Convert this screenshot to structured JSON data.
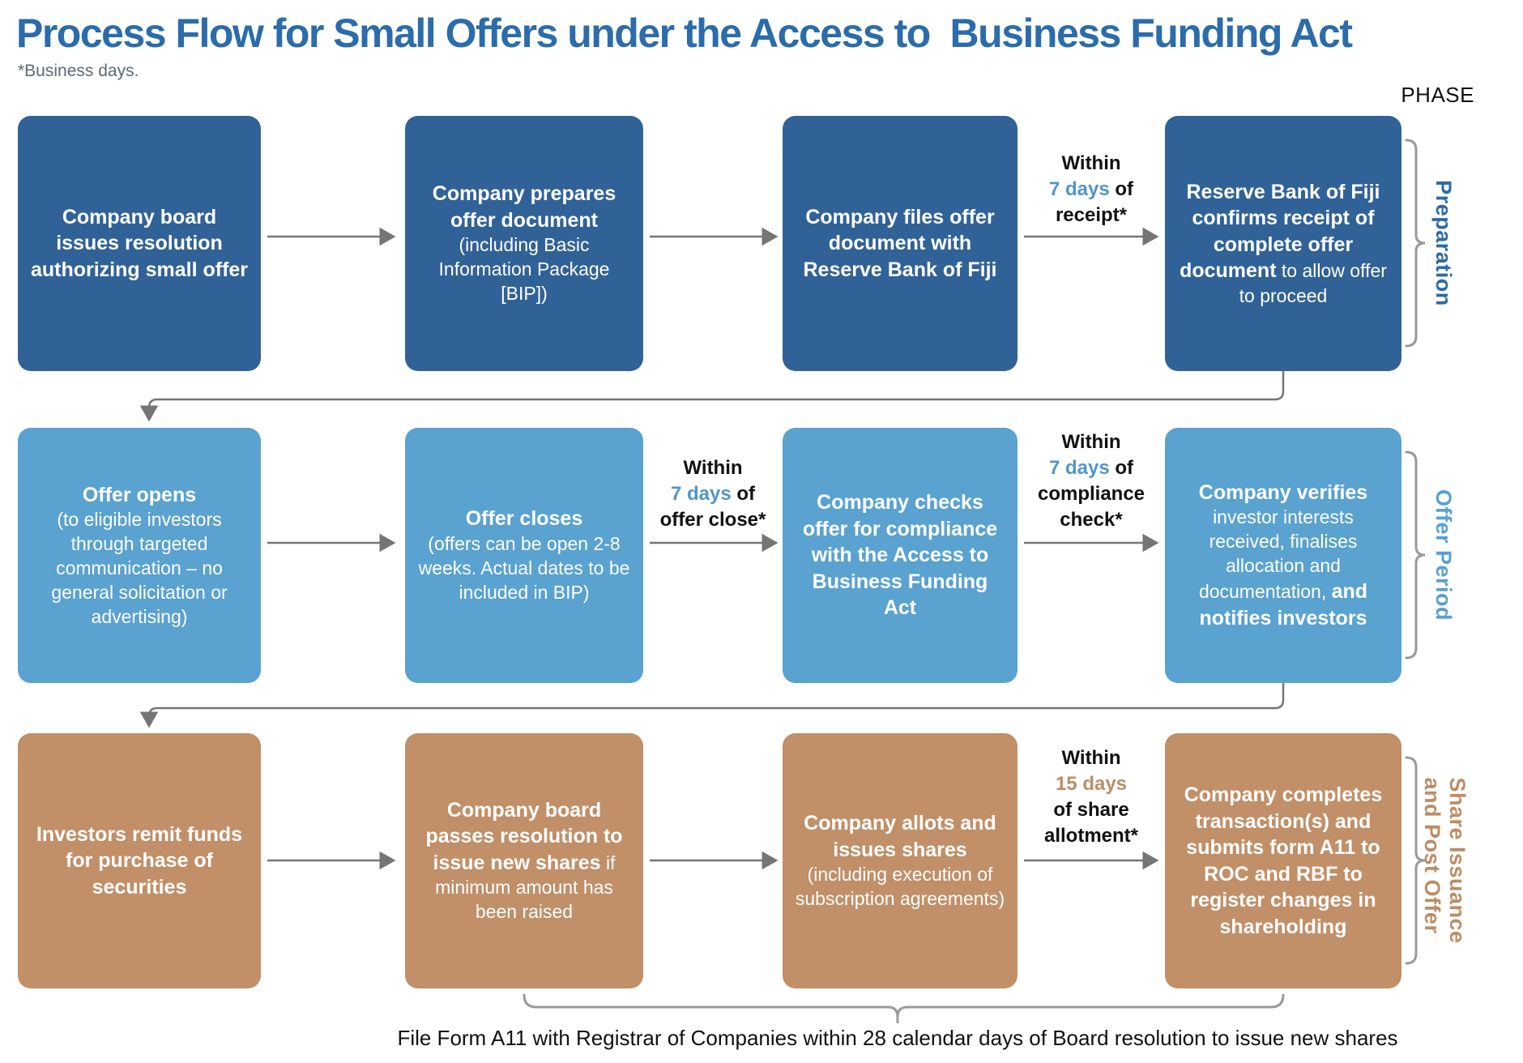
{
  "title": "Process Flow for Small Offers under the Access to  Business Funding Act",
  "footnote": "*Business days.",
  "phase_header": "PHASE",
  "bottom_note": "File Form A11 with Registrar of Companies within 28 calendar days of Board resolution to issue new shares",
  "colors": {
    "row1_box": "#306297",
    "row2_box": "#5aa2d0",
    "row3_box": "#c18f68",
    "title_blue": "#2b6cab",
    "days_blue": "#5196ca",
    "days_tan": "#bd8d66",
    "arrow_gray": "#757575",
    "brace_gray": "#9a9a9a"
  },
  "phases": [
    {
      "line1": "Preparation",
      "line2": ""
    },
    {
      "line1": "Offer Period",
      "line2": ""
    },
    {
      "line1": "Share Issuance",
      "line2": "and Post Offer"
    }
  ],
  "rows": [
    {
      "boxes": [
        {
          "b1": "Company board issues resolution authorizing small offer",
          "r1": "",
          "b2": ""
        },
        {
          "b1": "Company prepares offer document",
          "r1": "(including Basic Information Package [BIP])",
          "b2": ""
        },
        {
          "b1": "Company files offer document with Reserve Bank of Fiji",
          "r1": "",
          "b2": ""
        },
        {
          "b1": "Reserve Bank of Fiji confirms receipt of complete offer document",
          "r1": "to allow offer to proceed",
          "b2": ""
        }
      ]
    },
    {
      "boxes": [
        {
          "b1": "Offer opens",
          "r1": "(to eligible investors through targeted communication – no general solicitation or advertising)",
          "b2": ""
        },
        {
          "b1": "Offer closes",
          "r1": "(offers can be open 2-8 weeks. Actual dates to be included in BIP)",
          "b2": ""
        },
        {
          "b1": "Company checks offer for compliance with the Access to Business Funding Act",
          "r1": "",
          "b2": ""
        },
        {
          "b1": "Company verifies",
          "r1": "investor interests received, finalises allocation and documentation,",
          "b2": "and notifies investors"
        }
      ]
    },
    {
      "boxes": [
        {
          "b1": "Investors remit funds for purchase of securities",
          "r1": "",
          "b2": ""
        },
        {
          "b1": "Company board passes resolution to issue new shares",
          "r1": "if minimum amount has been raised",
          "b2": ""
        },
        {
          "b1": "Company allots and issues shares",
          "r1": "(including execution of subscription agreements)",
          "b2": ""
        },
        {
          "b1": "Company completes transaction(s) and submits form A11 to ROC and RBF to register changes in shareholding",
          "r1": "",
          "b2": ""
        }
      ]
    }
  ],
  "arrow_labels": {
    "receipt": {
      "within": "Within",
      "days": "7 days",
      "of": "of",
      "line3": "receipt*",
      "line4": ""
    },
    "offer_close": {
      "within": "Within",
      "days": "7 days",
      "of": "of",
      "line3": "offer close*",
      "line4": ""
    },
    "compliance": {
      "within": "Within",
      "days": "7 days",
      "of": "of",
      "line3": "compliance",
      "line4": "check*"
    },
    "allotment": {
      "within": "Within",
      "days": "15 days",
      "of": "",
      "line3": "of share",
      "line4": "allotment*"
    }
  }
}
